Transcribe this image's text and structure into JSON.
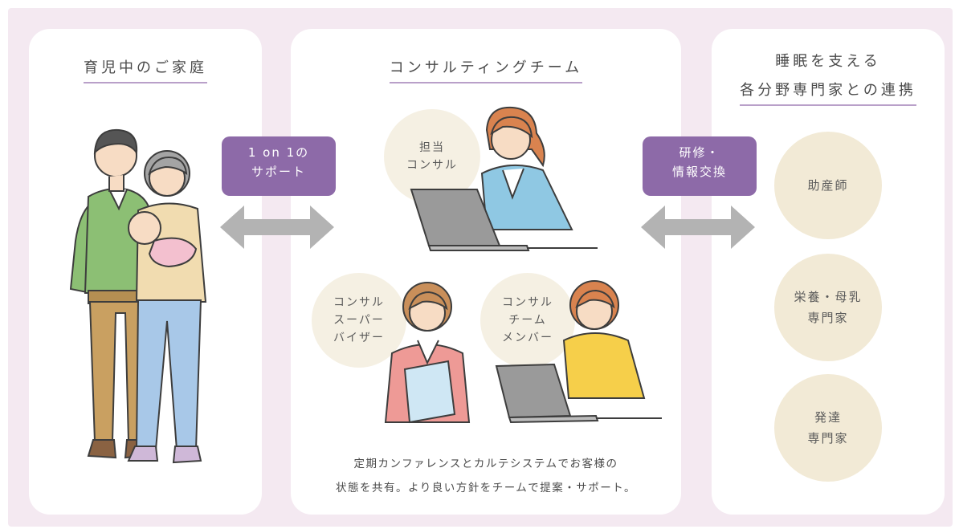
{
  "left_panel": {
    "title": "育児中のご家庭"
  },
  "mid_panel": {
    "title": "コンサルティングチーム",
    "roles": {
      "lead": [
        "担当",
        "コンサル"
      ],
      "supervisor": [
        "コンサル",
        "スーパー",
        "バイザー"
      ],
      "member": [
        "コンサル",
        "チーム",
        "メンバー"
      ]
    },
    "caption_lines": [
      "定期カンファレンスとカルテシステムでお客様の",
      "状態を共有。より良い方針をチームで提案・サポート。"
    ]
  },
  "right_panel": {
    "title_lines": [
      "睡眠を支える",
      "各分野専門家との連携"
    ],
    "experts": [
      [
        "助産師"
      ],
      [
        "栄養・母乳",
        "専門家"
      ],
      [
        "発達",
        "専門家"
      ]
    ]
  },
  "tags": {
    "left": [
      "1 on 1の",
      "サポート"
    ],
    "right": [
      "研修・",
      "情報交換"
    ]
  },
  "colors": {
    "background": "#f4e9f1",
    "tag": "#8d6aa8",
    "circle": "#f2ead6",
    "arrow": "#b3b3b3",
    "underline": "#b9a0c9"
  }
}
